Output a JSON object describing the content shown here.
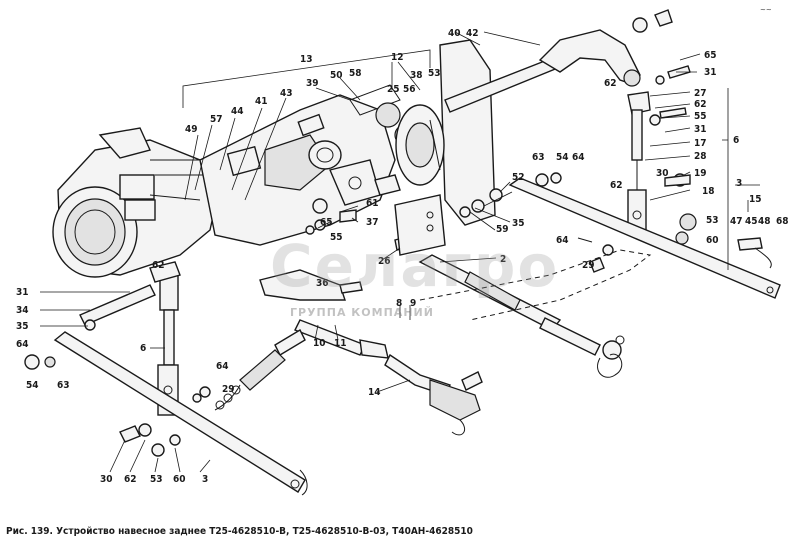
{
  "caption": "Рис. 139. Устройство навесное заднее Т25-4628510-В, Т25-4628510-В-03, Т40АН-4628510",
  "watermark": {
    "text": "Селагро",
    "subtitle": "ГРУППА КОМПАНИЙ"
  },
  "corner_mark": "~~",
  "part_labels": [
    "13",
    "40",
    "42",
    "65",
    "31",
    "12",
    "39",
    "50",
    "38",
    "58",
    "25",
    "56",
    "53",
    "62",
    "27",
    "62",
    "55",
    "31",
    "17",
    "28",
    "19",
    "44",
    "41",
    "43",
    "49",
    "57",
    "63",
    "54",
    "64",
    "62",
    "30",
    "18",
    "6",
    "3",
    "15",
    "47",
    "45",
    "48",
    "68",
    "52",
    "61",
    "37",
    "59",
    "35",
    "2",
    "64",
    "29",
    "53",
    "60",
    "65",
    "55",
    "26",
    "31",
    "62",
    "34",
    "35",
    "64",
    "54",
    "63",
    "6",
    "36",
    "8",
    "9",
    "10",
    "11",
    "14",
    "64",
    "29",
    "30",
    "62",
    "53",
    "60",
    "3"
  ],
  "colors": {
    "ink": "#1a1a1a",
    "paper": "#ffffff"
  }
}
